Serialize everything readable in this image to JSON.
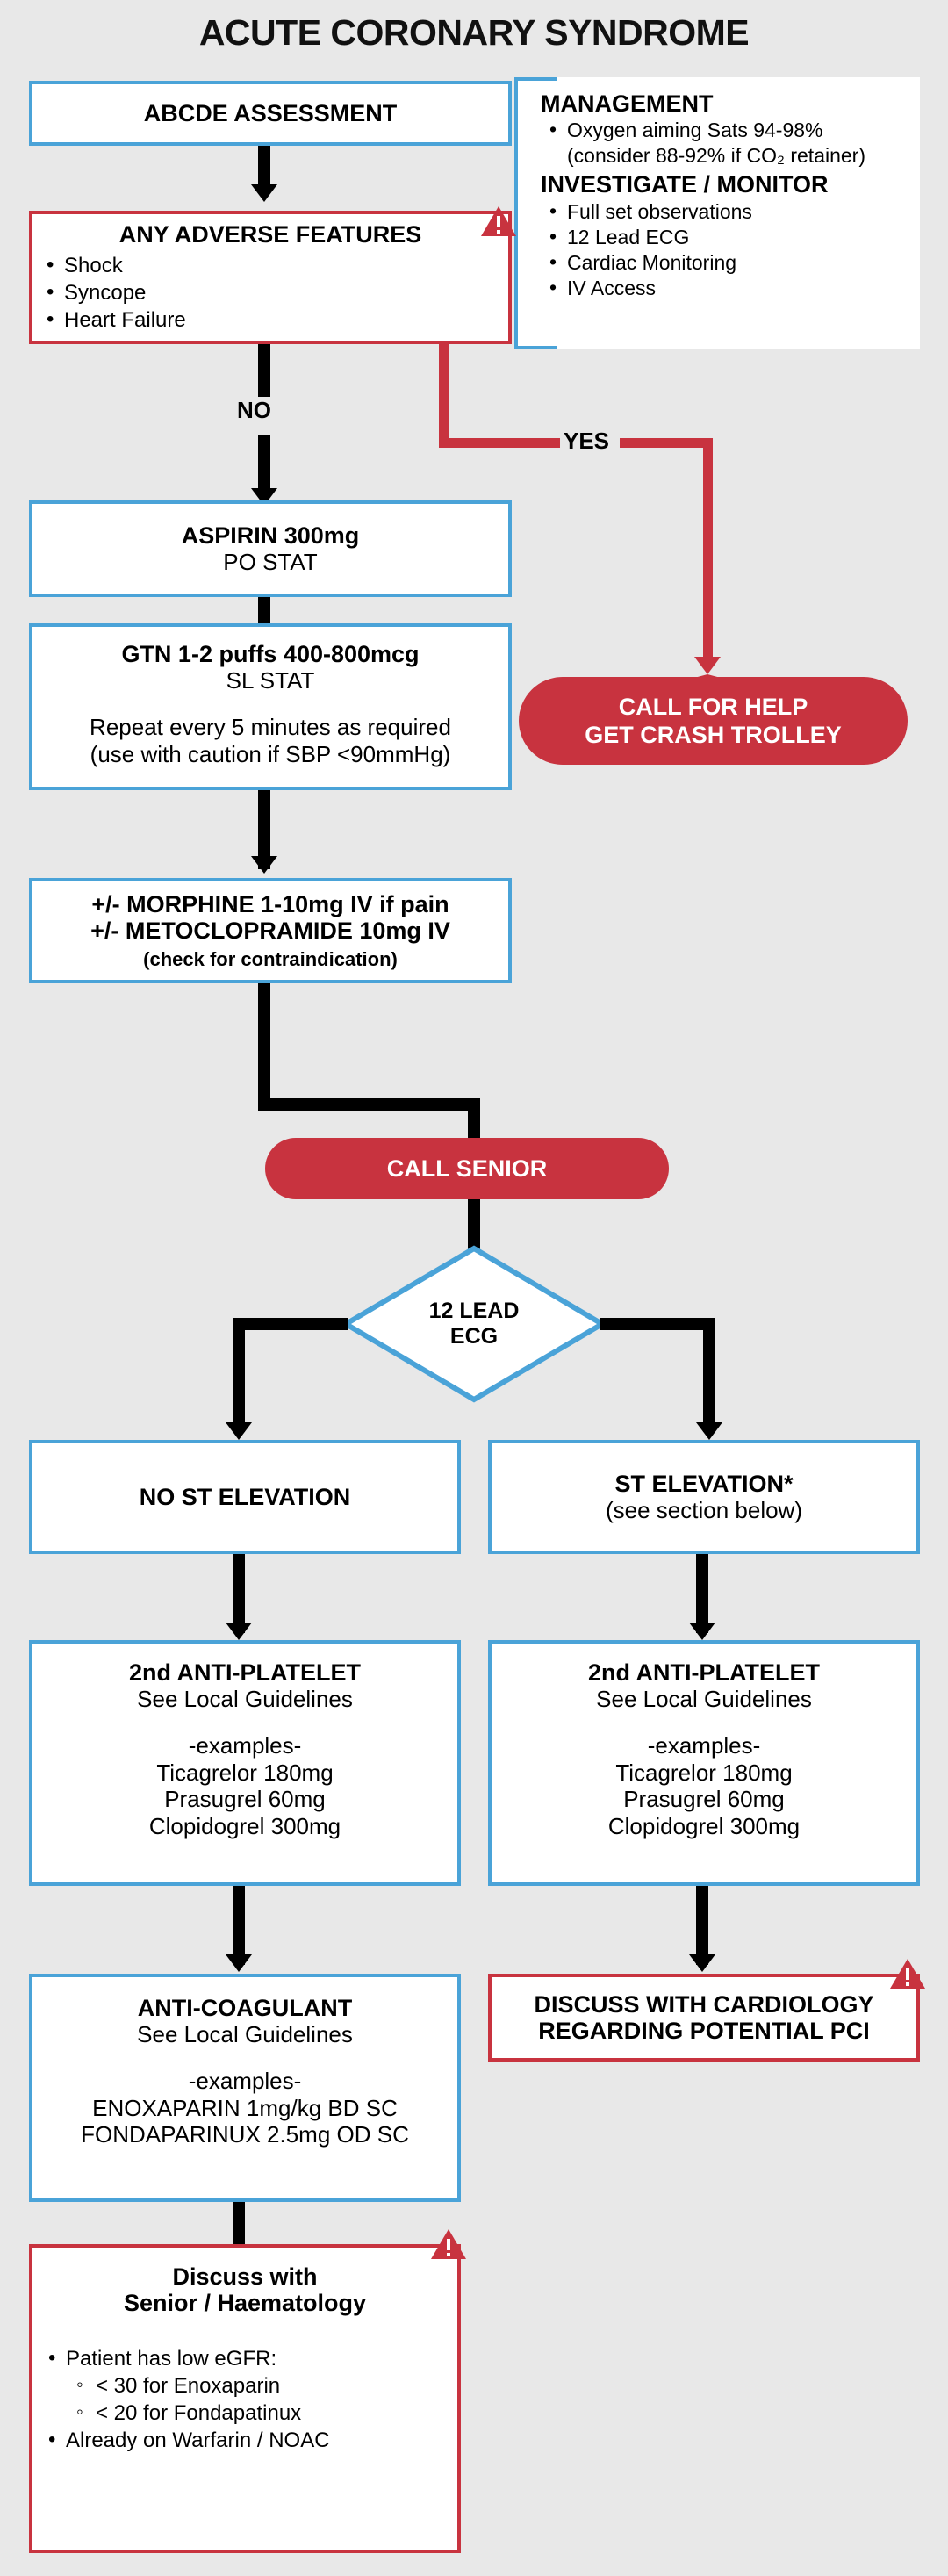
{
  "title": "ACUTE CORONARY SYNDROME",
  "colors": {
    "background": "#e8e8e8",
    "blue_border": "#4aa3d8",
    "red": "#c8333f",
    "black": "#000000",
    "white": "#ffffff"
  },
  "nodes": {
    "abcde": {
      "title": "ABCDE ASSESSMENT"
    },
    "adverse": {
      "title": "ANY ADVERSE FEATURES",
      "items": [
        "Shock",
        "Syncope",
        "Heart Failure"
      ]
    },
    "management": {
      "heading1": "MANAGEMENT",
      "item1_line1": "Oxygen aiming Sats 94-98%",
      "item1_line2": "(consider 88-92% if CO₂ retainer)",
      "heading2": "INVESTIGATE / MONITOR",
      "items2": [
        "Full set observations",
        "12 Lead ECG",
        "Cardiac Monitoring",
        "IV Access"
      ]
    },
    "aspirin": {
      "title": "ASPIRIN 300mg",
      "sub": "PO STAT"
    },
    "gtn": {
      "title": "GTN 1-2 puffs 400-800mcg",
      "sub": "SL STAT",
      "note1": "Repeat every 5 minutes as required",
      "note2": "(use with caution if SBP <90mmHg)"
    },
    "morphine": {
      "line1": "+/- MORPHINE 1-10mg IV if pain",
      "line2": "+/- METOCLOPRAMIDE 10mg IV",
      "line3": "(check for contraindication)"
    },
    "crash": {
      "line1": "CALL FOR HELP",
      "line2": "GET CRASH TROLLEY"
    },
    "call_senior": {
      "label": "CALL SENIOR"
    },
    "ecg": {
      "line1": "12 LEAD",
      "line2": "ECG"
    },
    "no_st": {
      "title": "NO ST ELEVATION"
    },
    "st": {
      "title": "ST ELEVATION*",
      "sub": "(see section below)"
    },
    "antiplatelet_left": {
      "title": "2nd ANTI-PLATELET",
      "sub": "See Local Guidelines",
      "examples_header": "-examples-",
      "examples": [
        "Ticagrelor 180mg",
        "Prasugrel 60mg",
        "Clopidogrel 300mg"
      ]
    },
    "antiplatelet_right": {
      "title": "2nd ANTI-PLATELET",
      "sub": "See Local Guidelines",
      "examples_header": "-examples-",
      "examples": [
        "Ticagrelor 180mg",
        "Prasugrel 60mg",
        "Clopidogrel 300mg"
      ]
    },
    "anticoagulant": {
      "title": "ANTI-COAGULANT",
      "sub": "See Local Guidelines",
      "examples_header": "-examples-",
      "examples": [
        "ENOXAPARIN 1mg/kg BD SC",
        "FONDAPARINUX 2.5mg OD SC"
      ]
    },
    "cardiology": {
      "line1": "DISCUSS WITH CARDIOLOGY",
      "line2": "REGARDING POTENTIAL PCI"
    },
    "discuss_senior": {
      "title_line1": "Discuss with",
      "title_line2": "Senior / Haematology",
      "items": [
        {
          "text": "Patient has low eGFR:",
          "level": 1
        },
        {
          "text": "< 30 for Enoxaparin",
          "level": 2
        },
        {
          "text": "< 20 for Fondapatinux",
          "level": 2
        },
        {
          "text": "Already on Warfarin / NOAC",
          "level": 1
        }
      ]
    }
  },
  "edges": {
    "no_label": "NO",
    "yes_label": "YES"
  }
}
